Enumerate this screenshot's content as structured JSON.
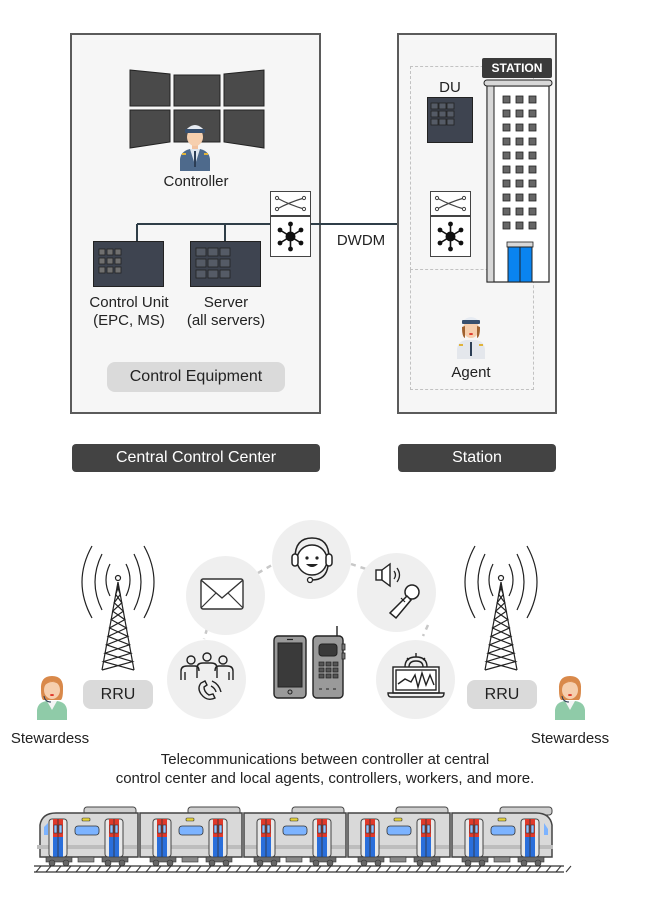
{
  "central": {
    "controller_label": "Controller",
    "control_unit_label_1": "Control Unit",
    "control_unit_label_2": "(EPC, MS)",
    "server_label_1": "Server",
    "server_label_2": "(all servers)",
    "equipment_label": "Control Equipment",
    "title": "Central Control Center"
  },
  "link": {
    "label": "DWDM"
  },
  "station": {
    "du_label": "DU",
    "building_sign": "STATION",
    "agent_label": "Agent",
    "title": "Station"
  },
  "radio": {
    "left_rru": "RRU",
    "right_rru": "RRU",
    "left_person": "Stewardess",
    "right_person": "Stewardess"
  },
  "services": [
    {
      "icon": "envelope-icon"
    },
    {
      "icon": "headset-icon"
    },
    {
      "icon": "speaker-microphone-icon"
    },
    {
      "icon": "group-call-icon"
    },
    {
      "icon": "monitoring-laptop-icon"
    }
  ],
  "caption": {
    "line1": "Telecommunications between controller at central",
    "line2": "control center and local agents, controllers, workers, and more."
  },
  "colors": {
    "panel_border": "#5b5b5b",
    "panel_bg": "#f6f6f6",
    "dark_tag": "#434343",
    "device": "#3e4450",
    "line": "#2f3e48",
    "door_blue": "#0a84f0",
    "train_red": "#e0392b",
    "train_blue": "#2a6fdb"
  }
}
